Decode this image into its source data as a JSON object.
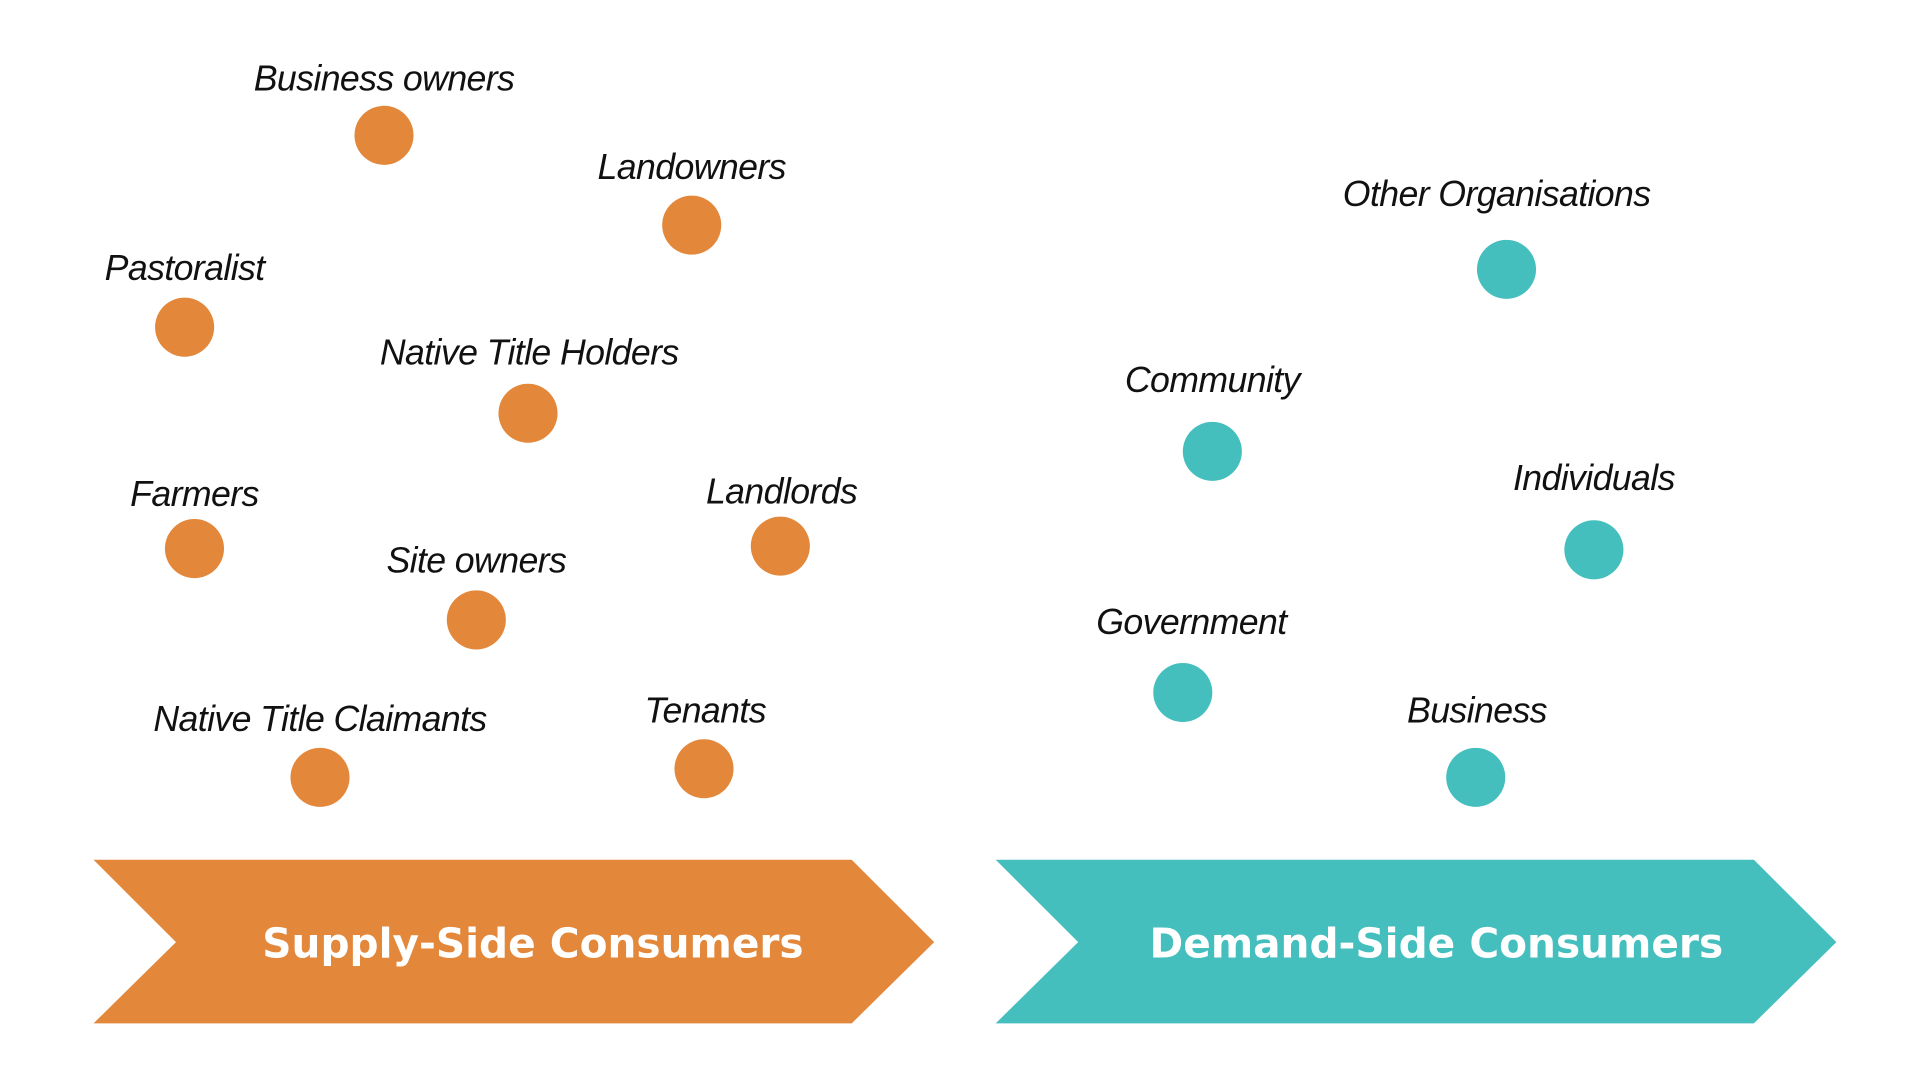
{
  "colors": {
    "supply": "#E3873A",
    "demand": "#44BFBE"
  },
  "supply": {
    "title": "Supply-Side Consumers",
    "items": [
      "Business owners",
      "Landowners",
      "Pastoralist",
      "Native Title Holders",
      "Farmers",
      "Landlords",
      "Site owners",
      "Native Title Claimants",
      "Tenants"
    ]
  },
  "demand": {
    "title": "Demand-Side Consumers",
    "items": [
      "Other Organisations",
      "Community",
      "Individuals",
      "Government",
      "Business"
    ]
  }
}
